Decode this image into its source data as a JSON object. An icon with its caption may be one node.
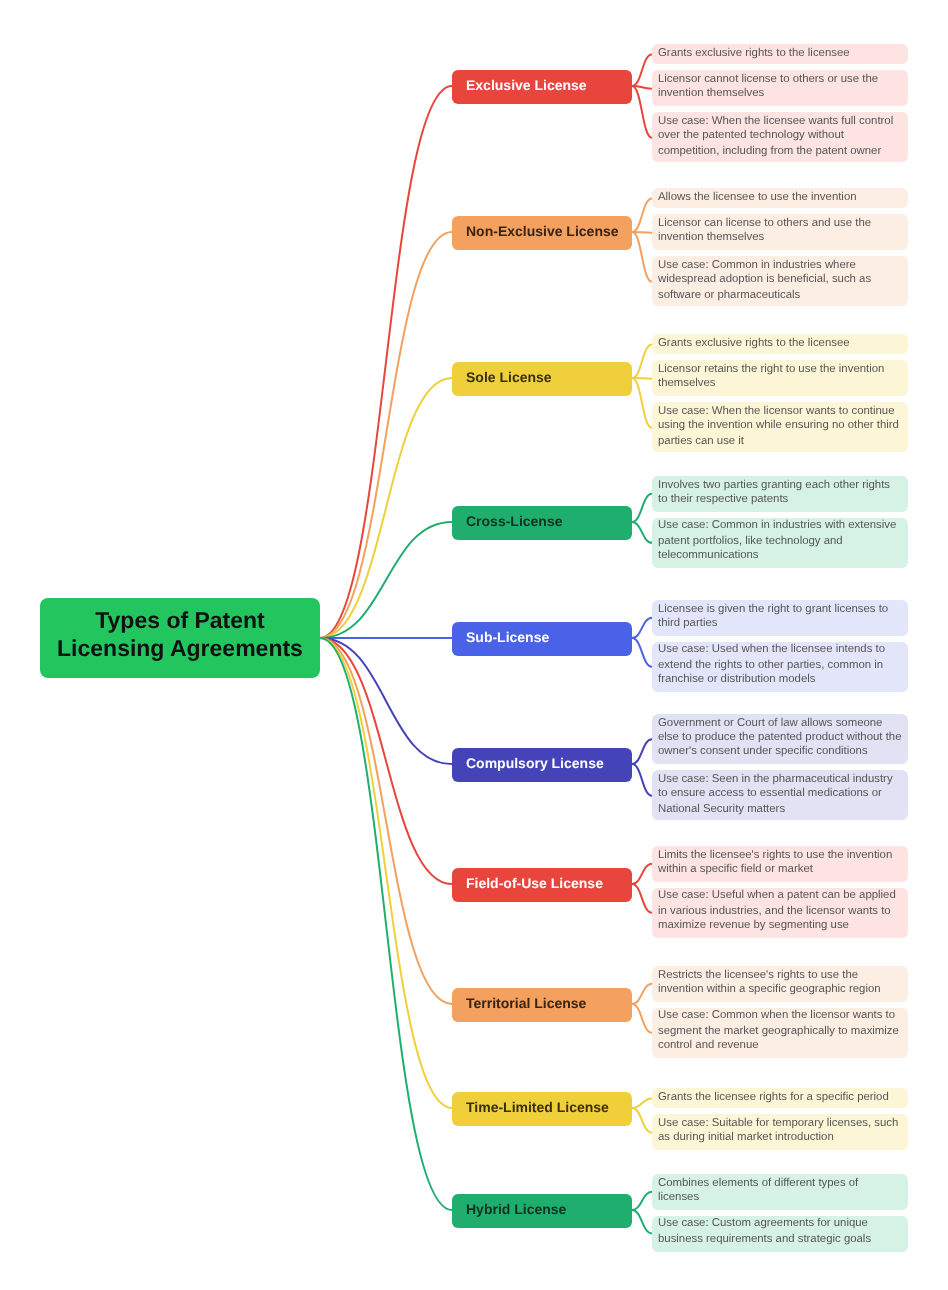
{
  "diagram": {
    "nodes": [
      {
        "text": [
          "Types of Patent Licensing Agreements"
        ]
      },
      {
        "text": [
          "Exclusive License"
        ]
      },
      {
        "text": [
          "Grants exclusive rights to the licensee"
        ]
      },
      {
        "text": [
          "Licensor cannot license to others or use the invention themselves"
        ]
      },
      {
        "text": [
          "Use case: When the licensee wants full control over the patented technology without competition, including from the patent owner"
        ]
      },
      {
        "text": [
          "Non-Exclusive License"
        ]
      },
      {
        "text": [
          "Allows the licensee to use the invention"
        ]
      },
      {
        "text": [
          "Licensor can license to others and use the invention themselves"
        ]
      },
      {
        "text": [
          "Use case: Common in industries where widespread adoption is beneficial, such as software or pharmaceuticals"
        ]
      },
      {
        "text": [
          "Sole License"
        ]
      },
      {
        "text": [
          "Grants exclusive rights to the licensee"
        ]
      },
      {
        "text": [
          "Licensor retains the right to use the invention themselves"
        ]
      },
      {
        "text": [
          "Use case: When the licensor wants to continue using the invention while ensuring no other third parties can use it"
        ]
      },
      {
        "text": [
          "Cross-License"
        ]
      },
      {
        "text": [
          "Involves two parties granting each other rights to their respective patents"
        ]
      },
      {
        "text": [
          "Use case: Common in industries with extensive patent portfolios, like technology and telecommunications"
        ]
      },
      {
        "text": [
          "Sub-License"
        ]
      },
      {
        "text": [
          "Licensee is given the right to grant licenses to third parties"
        ]
      },
      {
        "text": [
          "Use case: Used when the licensee intends to extend the rights to other parties, common in franchise or distribution models"
        ]
      },
      {
        "text": [
          "Compulsory License"
        ]
      },
      {
        "text": [
          "Government or Court of law allows someone else to produce the patented product without the owner's consent under specific conditions"
        ]
      },
      {
        "text": [
          "Use case: Seen in the pharmaceutical industry to ensure access to essential medications or National Security matters"
        ]
      },
      {
        "text": [
          "Field-of-Use License"
        ]
      },
      {
        "text": [
          "Limits the licensee's rights to use the invention within a specific field or market"
        ]
      },
      {
        "text": [
          "Use case: Useful when a patent can be applied in various industries, and the licensor wants to maximize revenue by segmenting use"
        ]
      },
      {
        "text": [
          "Territorial License"
        ]
      },
      {
        "text": [
          "Restricts the licensee's rights to use the invention within a specific geographic region"
        ]
      },
      {
        "text": [
          "Use case: Common when the licensor wants to segment the market geographically to maximize control and revenue"
        ]
      },
      {
        "text": [
          "Time-Limited License"
        ]
      },
      {
        "text": [
          "Grants the licensee rights for a specific period"
        ]
      },
      {
        "text": [
          "Use case: Suitable for temporary licenses, such as during initial market introduction"
        ]
      },
      {
        "text": [
          "Hybrid License"
        ]
      },
      {
        "text": [
          "Combines elements of different types of licenses"
        ]
      },
      {
        "text": [
          "Use case: Custom agreements for unique business requirements and strategic goals"
        ]
      }
    ],
    "edges": [
      {
        "from": 0,
        "to": 1,
        "arrow": "none",
        "color": "#e8453c"
      },
      {
        "from": 1,
        "to": 2,
        "arrow": "none",
        "color": "#e8453c"
      },
      {
        "from": 1,
        "to": 3,
        "arrow": "none",
        "color": "#e8453c"
      },
      {
        "from": 1,
        "to": 4,
        "arrow": "none",
        "color": "#e8453c"
      },
      {
        "from": 0,
        "to": 5,
        "arrow": "none",
        "color": "#f4a05e"
      },
      {
        "from": 5,
        "to": 6,
        "arrow": "none",
        "color": "#f4a05e"
      },
      {
        "from": 5,
        "to": 7,
        "arrow": "none",
        "color": "#f4a05e"
      },
      {
        "from": 5,
        "to": 8,
        "arrow": "none",
        "color": "#f4a05e"
      },
      {
        "from": 0,
        "to": 9,
        "arrow": "none",
        "color": "#f0d03a"
      },
      {
        "from": 9,
        "to": 10,
        "arrow": "none",
        "color": "#f0d03a"
      },
      {
        "from": 9,
        "to": 11,
        "arrow": "none",
        "color": "#f0d03a"
      },
      {
        "from": 9,
        "to": 12,
        "arrow": "none",
        "color": "#f0d03a"
      },
      {
        "from": 0,
        "to": 13,
        "arrow": "none",
        "color": "#1fae6e"
      },
      {
        "from": 13,
        "to": 14,
        "arrow": "none",
        "color": "#1fae6e"
      },
      {
        "from": 13,
        "to": 15,
        "arrow": "none",
        "color": "#1fae6e"
      },
      {
        "from": 0,
        "to": 16,
        "arrow": "none",
        "color": "#4a62e8"
      },
      {
        "from": 16,
        "to": 17,
        "arrow": "none",
        "color": "#4a62e8"
      },
      {
        "from": 16,
        "to": 18,
        "arrow": "none",
        "color": "#4a62e8"
      },
      {
        "from": 0,
        "to": 19,
        "arrow": "none",
        "color": "#4443b8"
      },
      {
        "from": 19,
        "to": 20,
        "arrow": "none",
        "color": "#4443b8"
      },
      {
        "from": 19,
        "to": 21,
        "arrow": "none",
        "color": "#4443b8"
      },
      {
        "from": 0,
        "to": 22,
        "arrow": "none",
        "color": "#e8453c"
      },
      {
        "from": 22,
        "to": 23,
        "arrow": "none",
        "color": "#e8453c"
      },
      {
        "from": 22,
        "to": 24,
        "arrow": "none",
        "color": "#e8453c"
      },
      {
        "from": 0,
        "to": 25,
        "arrow": "none",
        "color": "#f4a05e"
      },
      {
        "from": 25,
        "to": 26,
        "arrow": "none",
        "color": "#f4a05e"
      },
      {
        "from": 25,
        "to": 27,
        "arrow": "none",
        "color": "#f4a05e"
      },
      {
        "from": 0,
        "to": 28,
        "arrow": "none",
        "color": "#f0d03a"
      },
      {
        "from": 28,
        "to": 29,
        "arrow": "none",
        "color": "#f0d03a"
      },
      {
        "from": 28,
        "to": 30,
        "arrow": "none",
        "color": "#f0d03a"
      },
      {
        "from": 0,
        "to": 31,
        "arrow": "none",
        "color": "#1fae6e"
      },
      {
        "from": 31,
        "to": 32,
        "arrow": "none",
        "color": "#1fae6e"
      },
      {
        "from": 31,
        "to": 33,
        "arrow": "none",
        "color": "#1fae6e"
      }
    ]
  }
}
